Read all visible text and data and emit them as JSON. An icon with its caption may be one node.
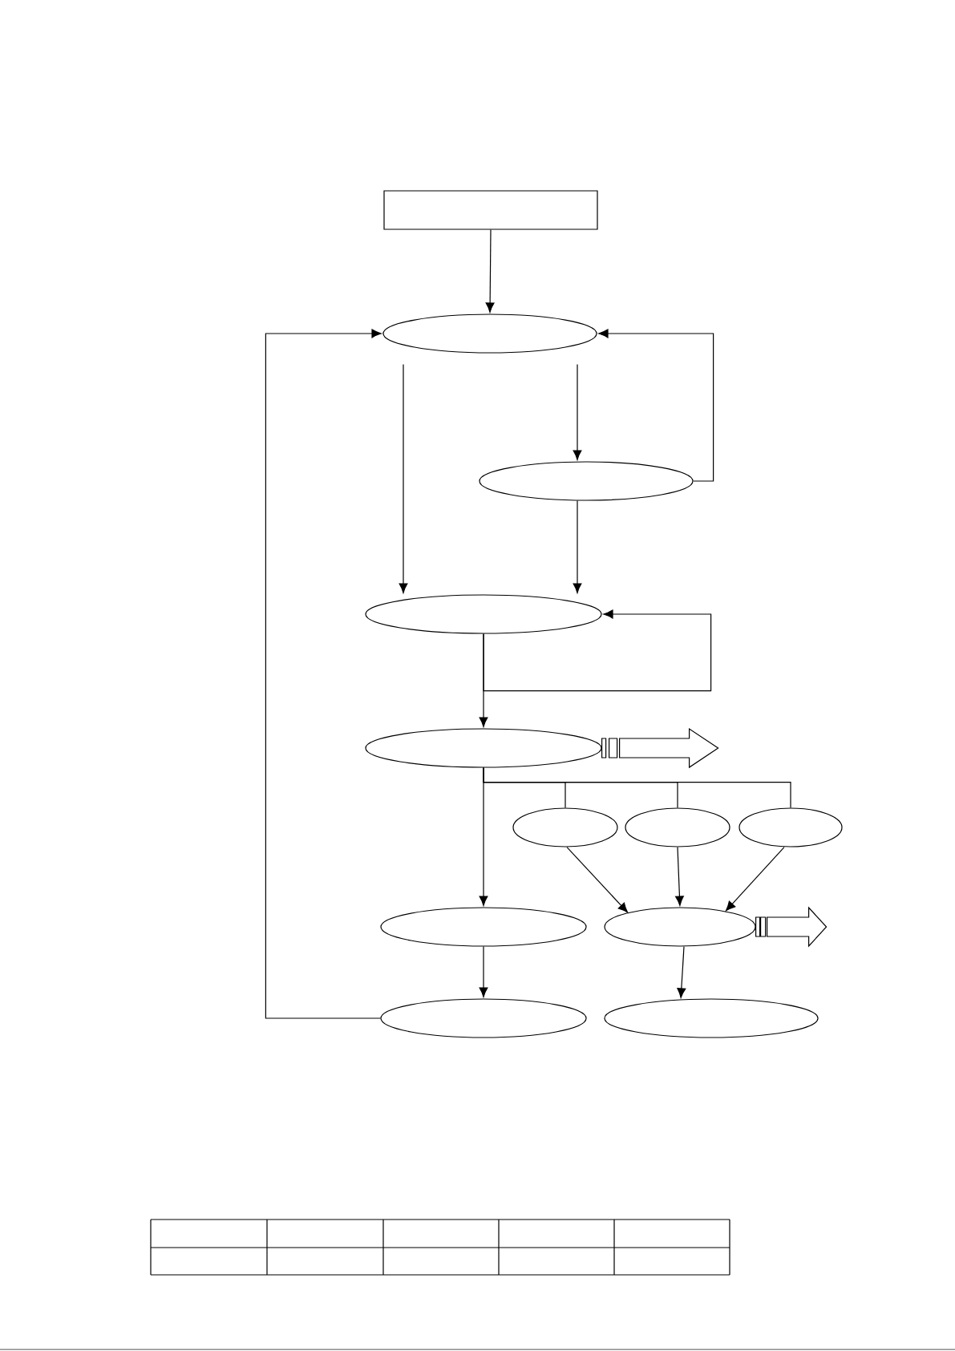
{
  "diagram": {
    "nodes": [
      {
        "text": [],
        "shape": "box"
      },
      {
        "text": [],
        "shape": "ellipse"
      },
      {
        "text": [],
        "shape": "ellipse"
      },
      {
        "text": [],
        "shape": "ellipse"
      },
      {
        "text": [],
        "shape": "ellipse"
      },
      {
        "text": [],
        "shape": "ellipse"
      },
      {
        "text": [],
        "shape": "ellipse"
      },
      {
        "text": [],
        "shape": "ellipse"
      },
      {
        "text": [],
        "shape": "ellipse"
      },
      {
        "text": [],
        "shape": "ellipse"
      },
      {
        "text": [],
        "shape": "ellipse"
      },
      {
        "text": [],
        "shape": "ellipse"
      }
    ],
    "edges": [
      {
        "from": 0,
        "to": 1,
        "arrow": "to"
      },
      {
        "from": 1,
        "to": 3,
        "arrow": "to"
      },
      {
        "from": 1,
        "to": 2,
        "arrow": "to"
      },
      {
        "from": 2,
        "to": 3,
        "arrow": "to"
      },
      {
        "from": 2,
        "to": 1,
        "arrow": "to"
      },
      {
        "from": 3,
        "to": 4,
        "arrow": "to"
      },
      {
        "from": 3,
        "to": 3,
        "arrow": "to"
      },
      {
        "from": 4,
        "to": 8,
        "arrow": "to"
      },
      {
        "from": 4,
        "to": 5,
        "arrow": "none"
      },
      {
        "from": 4,
        "to": 6,
        "arrow": "none"
      },
      {
        "from": 4,
        "to": 7,
        "arrow": "none"
      },
      {
        "from": 5,
        "to": 9,
        "arrow": "to"
      },
      {
        "from": 6,
        "to": 9,
        "arrow": "to"
      },
      {
        "from": 7,
        "to": 9,
        "arrow": "to"
      },
      {
        "from": 8,
        "to": 10,
        "arrow": "to"
      },
      {
        "from": 9,
        "to": 11,
        "arrow": "to"
      },
      {
        "from": 10,
        "to": 1,
        "arrow": "to"
      }
    ]
  }
}
